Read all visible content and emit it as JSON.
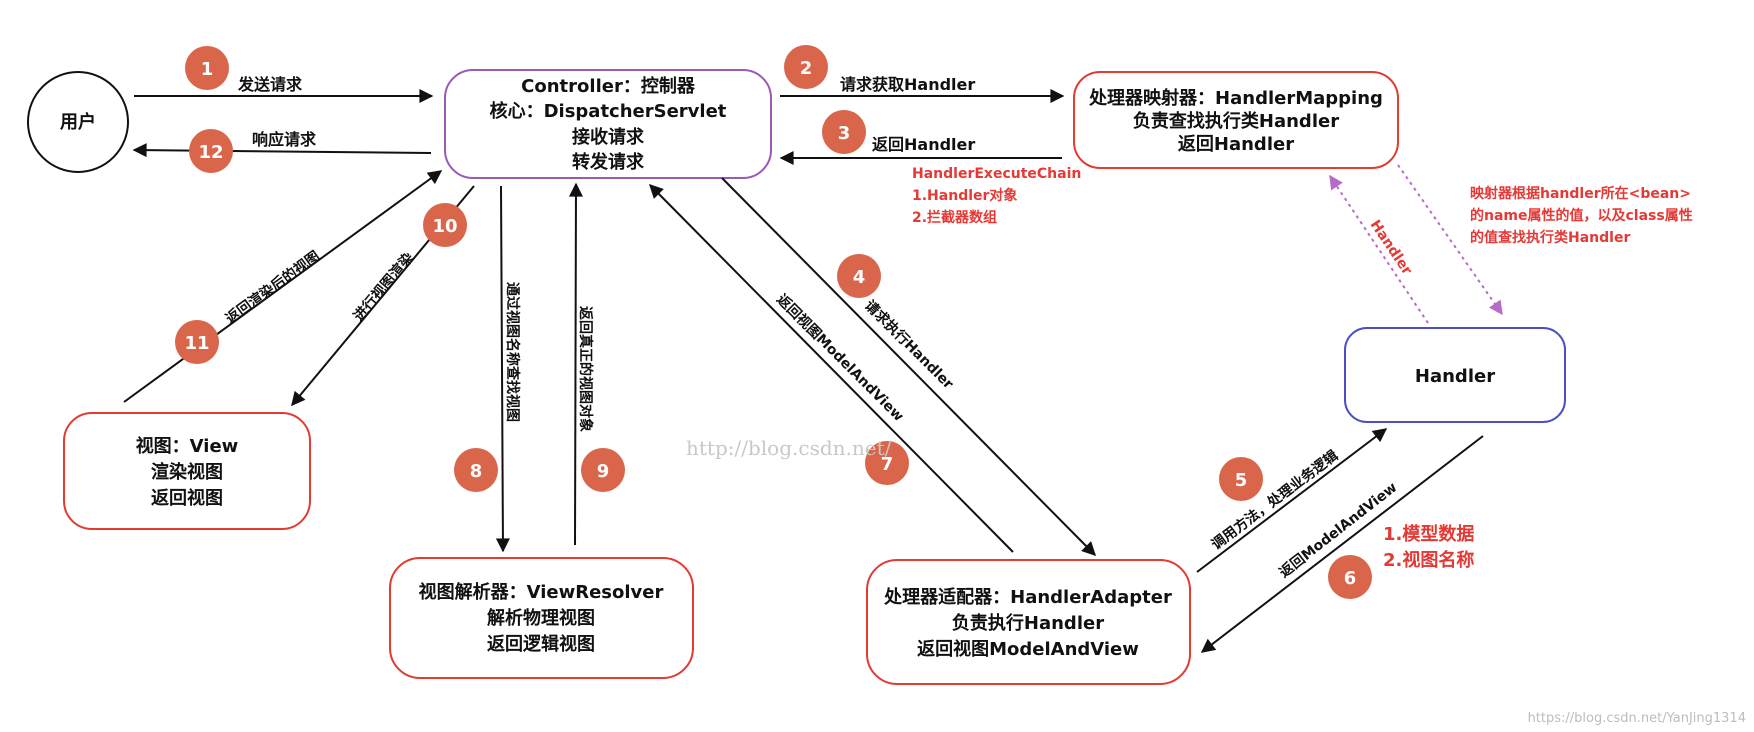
{
  "nodes": {
    "user": {
      "label": "用户"
    },
    "controller": {
      "lines": [
        "Controller：控制器",
        "核心：DispatcherServlet",
        "接收请求",
        "转发请求"
      ]
    },
    "handler_mapping": {
      "lines": [
        "处理器映射器：HandlerMapping",
        "负责查找执行类Handler",
        "返回Handler"
      ]
    },
    "handler": {
      "label": "Handler"
    },
    "view": {
      "lines": [
        "视图：View",
        "渲染视图",
        "返回视图"
      ]
    },
    "view_resolver": {
      "lines": [
        "视图解析器：ViewResolver",
        "解析物理视图",
        "返回逻辑视图"
      ]
    },
    "handler_adapter": {
      "lines": [
        "处理器适配器：HandlerAdapter",
        "负责执行Handler",
        "返回视图ModelAndView"
      ]
    }
  },
  "steps": {
    "s1": {
      "num": "1",
      "label": "发送请求"
    },
    "s2": {
      "num": "2",
      "label": "请求获取Handler"
    },
    "s3": {
      "num": "3",
      "label": "返回Handler"
    },
    "s4": {
      "num": "4",
      "label": "请求执行Handler"
    },
    "s5": {
      "num": "5",
      "label": "调用方法，处理业务逻辑"
    },
    "s6": {
      "num": "6",
      "label": "返回ModelAndView"
    },
    "s7": {
      "num": "7",
      "label": "返回视图ModelAndView"
    },
    "s8": {
      "num": "8",
      "label": "通过视图名称查找视图"
    },
    "s9": {
      "num": "9",
      "label": "返回真正的视图对象"
    },
    "s10": {
      "num": "10",
      "label": "进行视图渲染"
    },
    "s11": {
      "num": "11",
      "label": "返回渲染后的视图"
    },
    "s12": {
      "num": "12",
      "label": "响应请求"
    }
  },
  "notes": {
    "execute_chain": [
      "HandlerExecuteChain",
      "1.Handler对象",
      "2.拦截器数组"
    ],
    "mapping_note": [
      "映射器根据handler所在<bean>",
      "的name属性的值，以及class属性",
      "的值查找执行类Handler"
    ],
    "handler_dotted": "Handler",
    "model_data": [
      "1.模型数据",
      "2.视图名称"
    ]
  },
  "watermarks": {
    "center": "http://blog.csdn.net/",
    "corner": "https://blog.csdn.net/YanJing1314"
  },
  "colors": {
    "badge": "#d9664a",
    "controller_border": "#9b59b6",
    "red_border": "#e03c31",
    "handler_border": "#4a4fc4",
    "purple_arrow": "#b76ac9",
    "note_red": "#e53935"
  }
}
